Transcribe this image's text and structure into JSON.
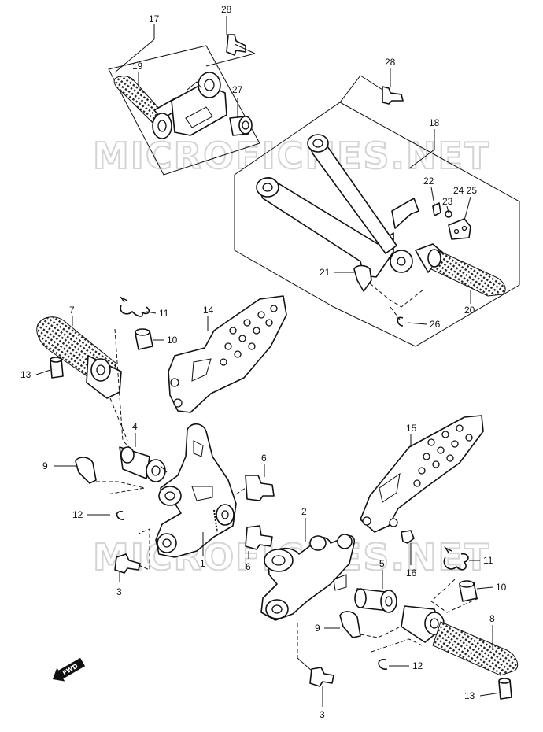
{
  "watermark": {
    "text": "MICROFICHES.NET"
  },
  "fwd_badge": {
    "label": "FWD"
  },
  "callouts": {
    "c17": "17",
    "c28a": "28",
    "c19": "19",
    "c27": "27",
    "c28b": "28",
    "c18": "18",
    "c22": "22",
    "c23": "23",
    "c2425": "24 25",
    "c21": "21",
    "c20": "20",
    "c26": "26",
    "c7": "7",
    "c11a": "11",
    "c10a": "10",
    "c13a": "13",
    "c14": "14",
    "c4": "4",
    "c9a": "9",
    "c12a": "12",
    "c6a": "6",
    "c1": "1",
    "c6b": "6",
    "c3a": "3",
    "c15": "15",
    "c2": "2",
    "c16": "16",
    "c5": "5",
    "c11b": "11",
    "c10b": "10",
    "c9b": "9",
    "c8": "8",
    "c12b": "12",
    "c13b": "13",
    "c3b": "3"
  }
}
